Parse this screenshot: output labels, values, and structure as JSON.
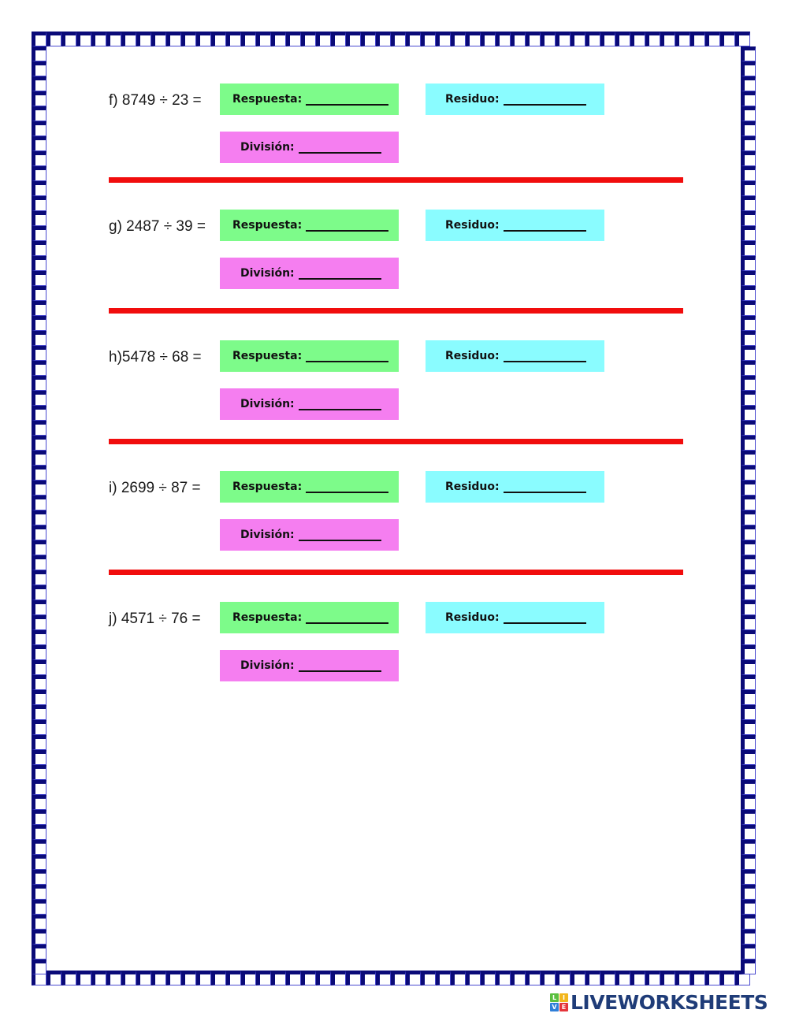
{
  "worksheet": {
    "problems": [
      {
        "equation": "f) 8749 ÷ 23 =",
        "respuesta_label": "Respuesta:",
        "residuo_label": "Residuo:",
        "division_label": "División:"
      },
      {
        "equation": "g) 2487 ÷ 39 =",
        "respuesta_label": "Respuesta:",
        "residuo_label": "Residuo:",
        "division_label": "División:"
      },
      {
        "equation": "h)5478 ÷ 68 =",
        "respuesta_label": "Respuesta:",
        "residuo_label": "Residuo:",
        "division_label": "División:"
      },
      {
        "equation": "i) 2699 ÷ 87 =",
        "respuesta_label": "Respuesta:",
        "residuo_label": "Residuo:",
        "division_label": "División:"
      },
      {
        "equation": "j) 4571 ÷ 76 =",
        "respuesta_label": "Respuesta:",
        "residuo_label": "Residuo:",
        "division_label": "División:"
      }
    ],
    "colors": {
      "respuesta_box": "#7dfb8a",
      "residuo_box": "#8afcff",
      "division_box": "#f57ef0",
      "separator": "#f10d0d",
      "border_dark": "#0a0a78",
      "border_light": "#4a4ad0"
    }
  },
  "footer": {
    "logo_icon_letters": [
      "L",
      "I",
      "V",
      "E"
    ],
    "logo_icon_colors": [
      "#5bbf3f",
      "#f2b61c",
      "#2f7fd8",
      "#e5343a"
    ],
    "logo_text": "LIVEWORKSHEETS",
    "logo_color": "#1f3c78"
  }
}
